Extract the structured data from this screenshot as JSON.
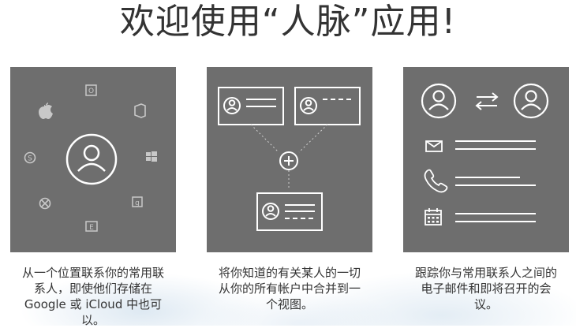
{
  "page": {
    "title": "欢迎使用“人脉”应用!"
  },
  "panels": [
    {
      "caption_lines": [
        "从一个位置联系你的常用联",
        "系人，即使他们存储在",
        "Google 或 iCloud 中也可",
        "以。"
      ],
      "icons": [
        "person-icon",
        "outlook-icon",
        "office-icon",
        "windows-icon",
        "google-icon",
        "exchange-icon",
        "xbox-icon",
        "skype-icon",
        "apple-icon"
      ]
    },
    {
      "caption_lines": [
        "将你知道的有关某人的一切",
        "从你的所有帐户中合并到一",
        "个视图。"
      ],
      "icons": [
        "contact-card-icon",
        "contact-card-icon",
        "plus-icon",
        "merged-contact-card-icon"
      ]
    },
    {
      "caption_lines": [
        "跟踪你与常用联系人之间的",
        "电子邮件和即将召开的会",
        "议。"
      ],
      "icons": [
        "person-icon",
        "swap-arrows-icon",
        "person-icon",
        "mail-icon",
        "phone-icon",
        "calendar-icon"
      ]
    }
  ],
  "colors": {
    "panel_bg": "#6e6e6e",
    "icon_stroke": "#ffffff",
    "text": "#333333"
  }
}
